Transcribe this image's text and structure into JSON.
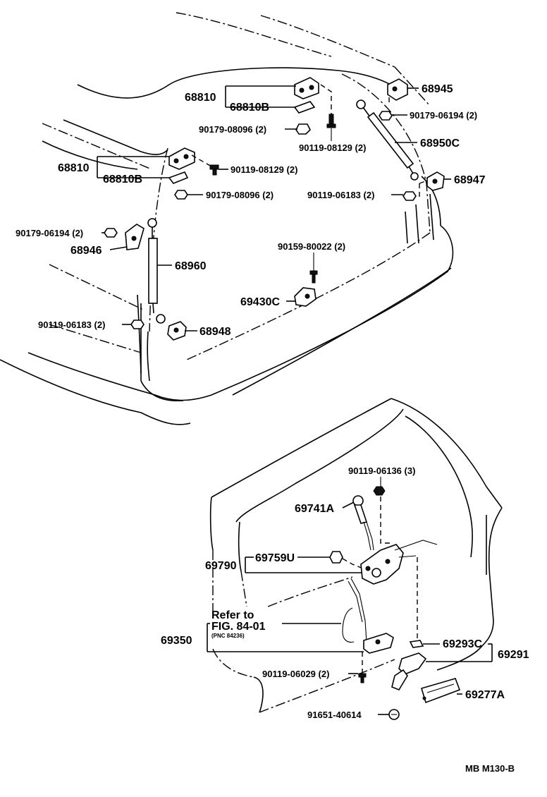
{
  "labels": {
    "p68810_top": "68810",
    "p68810b_top": "68810B",
    "p90179_08096_top": "90179-08096 (2)",
    "p90119_08129_top": "90119-08129 (2)",
    "p68945": "68945",
    "p90179_06194_right": "90179-06194 (2)",
    "p68950c": "68950C",
    "p68947": "68947",
    "p90119_06183_right": "90119-06183 (2)",
    "p68810_left": "68810",
    "p68810b_left": "68810B",
    "p90119_08129_left": "90119-08129 (2)",
    "p90179_08096_left": "90179-08096 (2)",
    "p90179_06194_left": "90179-06194 (2)",
    "p68946": "68946",
    "p68960": "68960",
    "p90159_80022": "90159-80022 (2)",
    "p69430c": "69430C",
    "p90119_06183_left": "90119-06183 (2)",
    "p68948": "68948",
    "p90119_06136": "90119-06136 (3)",
    "p69741a": "69741A",
    "p69759u": "69759U",
    "p69790": "69790",
    "refer_to": "Refer to",
    "fig_ref": "FIG. 84-01",
    "pnc_ref": "(PNC 84236)",
    "p69350": "69350",
    "p69293c": "69293C",
    "p69291": "69291",
    "p90119_06029": "90119-06029 (2)",
    "p69277a": "69277A",
    "p91651_40614": "91651-40614",
    "figure_code": "MB M130-B"
  },
  "icons": {
    "bolt": "bolt-icon",
    "nut": "nut-icon",
    "hinge": "hinge-icon",
    "gas_strut": "gas-strut-icon",
    "bracket": "bracket-icon",
    "striker": "striker-icon",
    "lock": "lock-icon",
    "handle": "handle-icon"
  }
}
